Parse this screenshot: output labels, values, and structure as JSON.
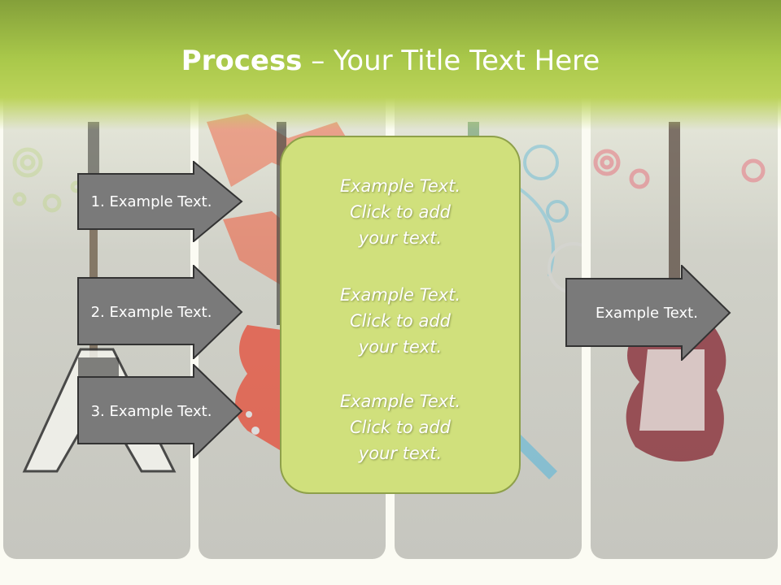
{
  "title": {
    "bold": "Process",
    "rest": " – Your Title Text Here"
  },
  "left_arrows": [
    {
      "label": "1. Example Text."
    },
    {
      "label": "2. Example Text."
    },
    {
      "label": "3. Example Text."
    }
  ],
  "center_items": [
    {
      "text": "Example Text.\nClick  to add\nyour text."
    },
    {
      "text": "Example Text.\nClick  to add\nyour text."
    },
    {
      "text": "Example Text.\nClick  to add\nyour text."
    }
  ],
  "right_arrow": {
    "label": "Example Text."
  },
  "colors": {
    "header": "#a9c84a",
    "center_fill": "#d0e07c",
    "center_border": "#8ea04a",
    "arrow_fill": "#7a7a7a",
    "arrow_border": "#333333"
  },
  "background_image": "electric-guitars-collage"
}
